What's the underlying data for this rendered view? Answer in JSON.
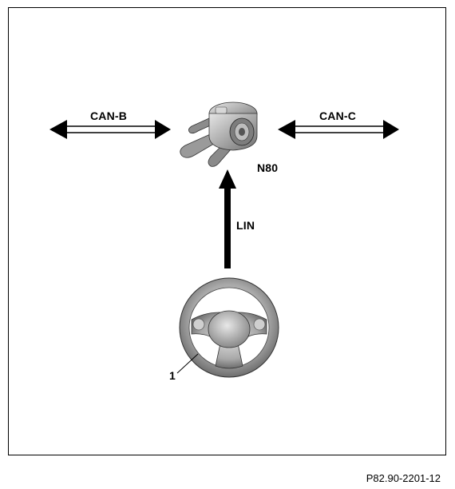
{
  "diagram": {
    "bus_left": "CAN-B",
    "bus_right": "CAN-C",
    "module_label": "N80",
    "link_label": "LIN",
    "callout_1": "1",
    "reference": "P82.90-2201-12"
  },
  "colors": {
    "ink": "#000000",
    "wheel_dark": "#7a7a7a",
    "wheel_light": "#c9c9c9",
    "module_body": "#9b9b9b"
  }
}
